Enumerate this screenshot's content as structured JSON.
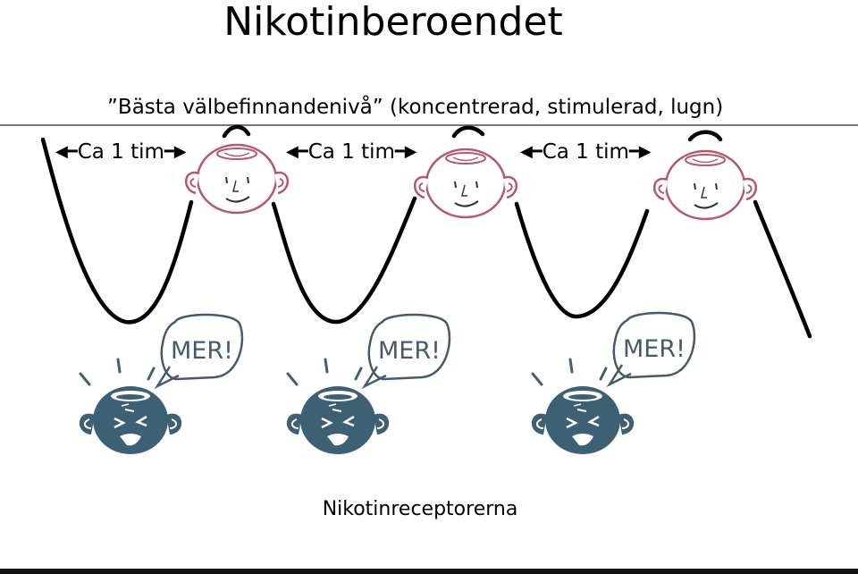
{
  "title": "Nikotinberoendet",
  "subtitle": "”Bästa välbefinnandenivå” (koncentrerad, stimulerad, lugn)",
  "intervals": [
    {
      "label": "Ca 1 tim"
    },
    {
      "label": "Ca 1 tim"
    },
    {
      "label": "Ca 1 tim"
    }
  ],
  "speech": [
    "MER!",
    "MER!",
    "MER!"
  ],
  "bottom_label": "Nikotinreceptorerna",
  "colors": {
    "happy_face": "#b5586d",
    "craving_face": "#3e6075",
    "curve": "#000000",
    "threshold_line": "#777777"
  }
}
